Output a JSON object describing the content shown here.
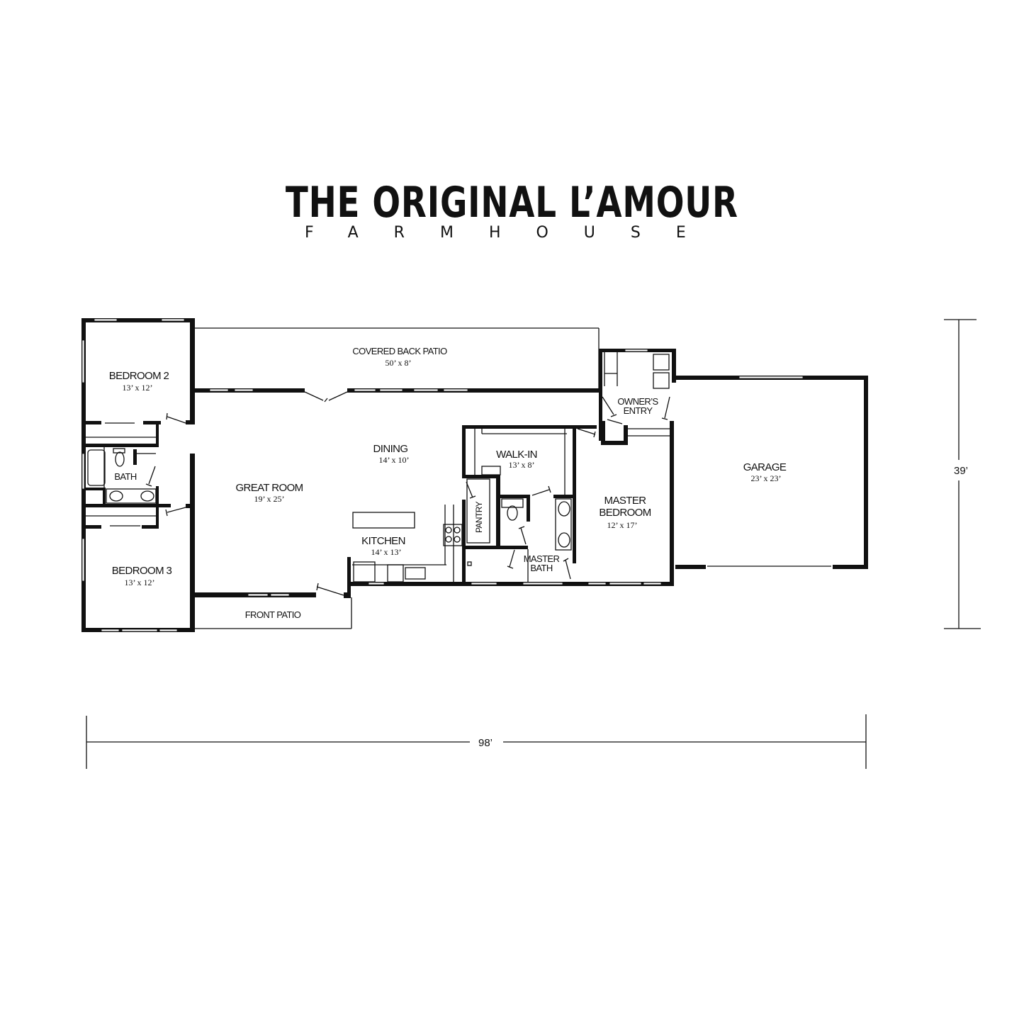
{
  "header": {
    "title": "THE ORIGINAL L’AMOUR",
    "subtitle": "FARMHOUSE"
  },
  "rooms": {
    "bedroom2": {
      "name": "BEDROOM 2",
      "size": "13’ x 12’"
    },
    "bedroom3": {
      "name": "BEDROOM 3",
      "size": "13’ x 12’"
    },
    "bath": {
      "name": "BATH"
    },
    "great_room": {
      "name": "GREAT ROOM",
      "size": "19’ x 25’"
    },
    "dining": {
      "name": "DINING",
      "size": "14’ x 10’"
    },
    "kitchen": {
      "name": "KITCHEN",
      "size": "14’ x 13’"
    },
    "pantry": {
      "name": "PANTRY"
    },
    "walk_in": {
      "name": "WALK-IN",
      "size": "13’ x 8’"
    },
    "master_bath": {
      "name_line1": "MASTER",
      "name_line2": "BATH"
    },
    "master_bedroom": {
      "name_line1": "MASTER",
      "name_line2": "BEDROOM",
      "size": "12’ x 17’"
    },
    "owners_entry": {
      "name_line1": "OWNER’S",
      "name_line2": "ENTRY"
    },
    "garage": {
      "name": "GARAGE",
      "size": "23’ x 23’"
    },
    "covered_back_patio": {
      "name": "COVERED BACK PATIO",
      "size": "50’ x 8’"
    },
    "front_patio": {
      "name": "FRONT PATIO"
    }
  },
  "dimensions": {
    "overall_width": "98’",
    "overall_depth": "39’"
  },
  "colors": {
    "ink": "#111111",
    "background": "#ffffff"
  }
}
